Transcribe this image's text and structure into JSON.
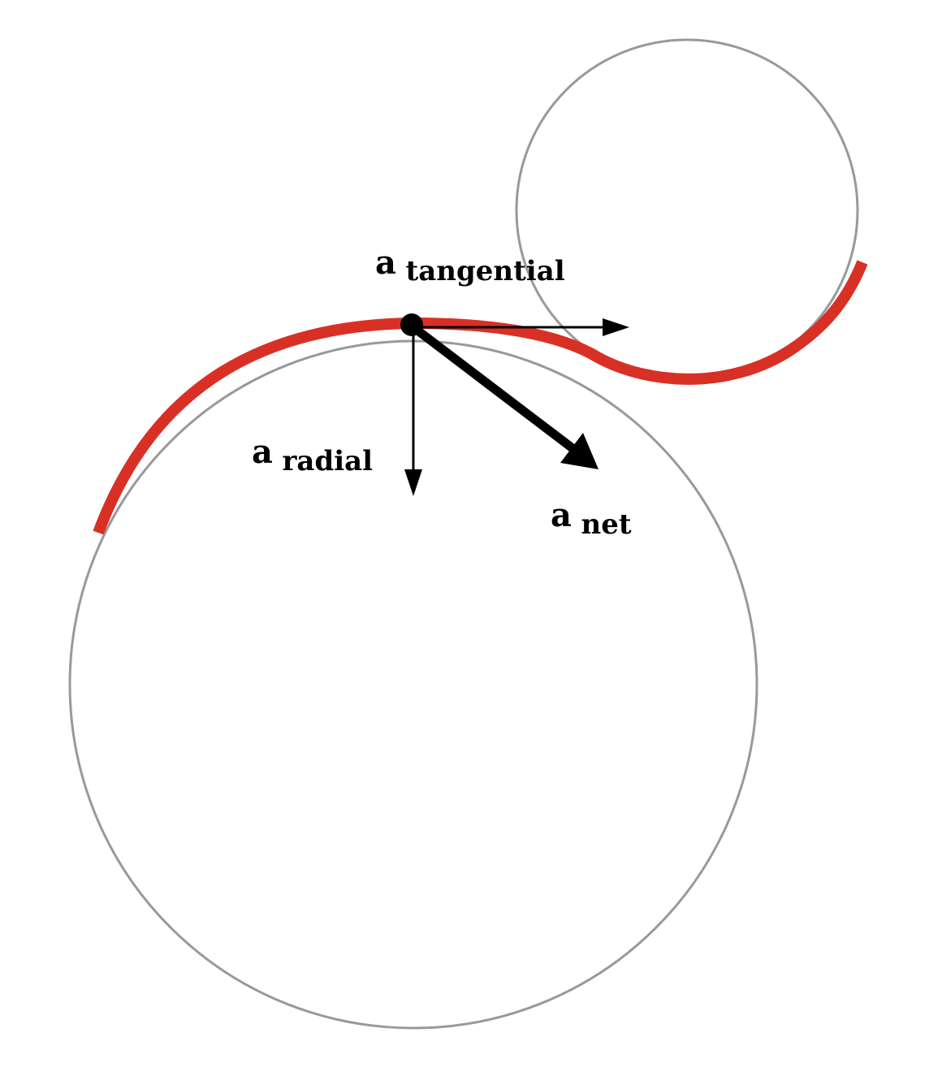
{
  "colors": {
    "background": "#ffffff",
    "circle_outline": "#999999",
    "track": "#d93025",
    "vector": "#000000"
  },
  "labels": {
    "tangential": {
      "symbol": "a",
      "subscript": "tangential"
    },
    "radial": {
      "symbol": "a",
      "subscript": "radial"
    },
    "net": {
      "symbol": "a",
      "subscript": "net"
    }
  }
}
